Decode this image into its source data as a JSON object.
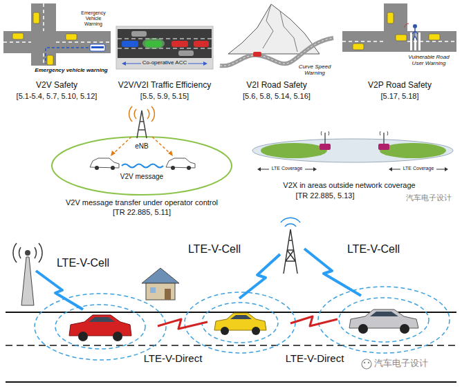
{
  "diagram": {
    "labels": [
      "Emergency Vehicle Warning",
      "Emergency vehicle warning",
      "V2V Safety",
      "[5.1-5.4, 5.7, 5.10, 5.12]",
      "Co-operative ACC",
      "V2V/V2I Traffic Efficiency",
      "[5.5, 5.9, 5.15]",
      "Curve Speed Warning",
      "V2I Road Safety",
      "[5.6, 5.8, 5.14, 5.16]",
      "Vulnerable Road User Warning",
      "V2P Road Safety",
      "[5.17, 5.18]",
      "eNB",
      "V2V message",
      "V2V message transfer under operator control",
      "[TR 22.885, 5.11]",
      "LTE Coverage",
      "LTE Coverage",
      "V2X in areas outside network coverage",
      "[TR 22.885, 5.13]",
      "汽车电子设计",
      "LTE-V-Cell",
      "LTE-V-Cell",
      "LTE-V-Cell",
      "LTE-V-Direct",
      "LTE-V-Direct",
      "汽车电子设计"
    ]
  }
}
